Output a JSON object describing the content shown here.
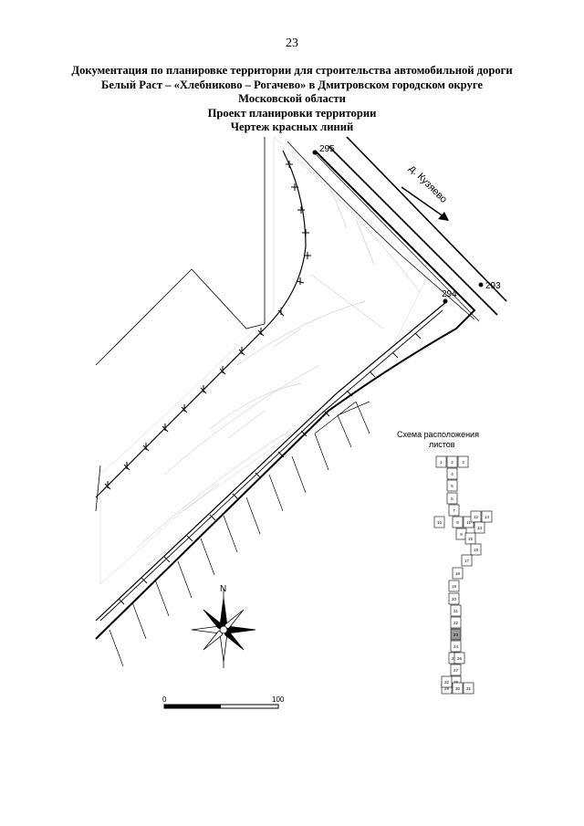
{
  "page": {
    "number": "23"
  },
  "title": {
    "lines": [
      "Документация по планировке территории для строительства автомобильной дороги",
      "Белый Раст – «Хлебниково – Рогачево» в Дмитровском городском округе",
      "Московской области",
      "Проект планировки территории",
      "Чертеж красных линий"
    ]
  },
  "map": {
    "road_label": "д. Кузяево",
    "points": [
      "295",
      "294",
      "293"
    ],
    "compass_label": "N",
    "scale": {
      "start": "0",
      "end": "100"
    }
  },
  "inset": {
    "title_lines": [
      "Схема расположения",
      "листов"
    ],
    "sheets": [
      "1",
      "2",
      "3",
      "4",
      "5",
      "6",
      "7",
      "8",
      "9",
      "10",
      "11",
      "12",
      "13",
      "14",
      "15",
      "16",
      "17",
      "18",
      "19",
      "20",
      "21",
      "22",
      "23",
      "24",
      "25",
      "26",
      "27",
      "28",
      "29",
      "30",
      "31",
      "32"
    ]
  }
}
